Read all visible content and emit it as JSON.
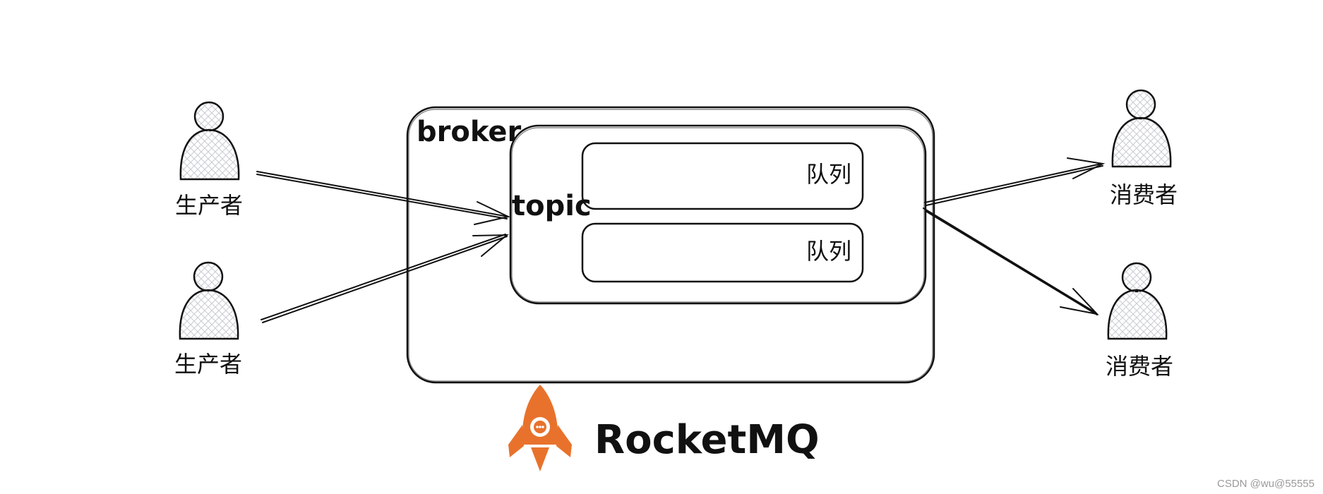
{
  "diagram": {
    "broker_label": "broker",
    "topic_label": "topic",
    "queues": [
      {
        "label": "队列"
      },
      {
        "label": "队列"
      }
    ],
    "producers": [
      {
        "label": "生产者"
      },
      {
        "label": "生产者"
      }
    ],
    "consumers": [
      {
        "label": "消费者"
      },
      {
        "label": "消费者"
      }
    ],
    "logo": {
      "text": "RocketMQ",
      "color": "#e8722c"
    }
  },
  "watermark": "CSDN @wu@55555",
  "colors": {
    "stroke": "#111111",
    "hatch": "#cfd3d8",
    "accent": "#e8722c"
  }
}
